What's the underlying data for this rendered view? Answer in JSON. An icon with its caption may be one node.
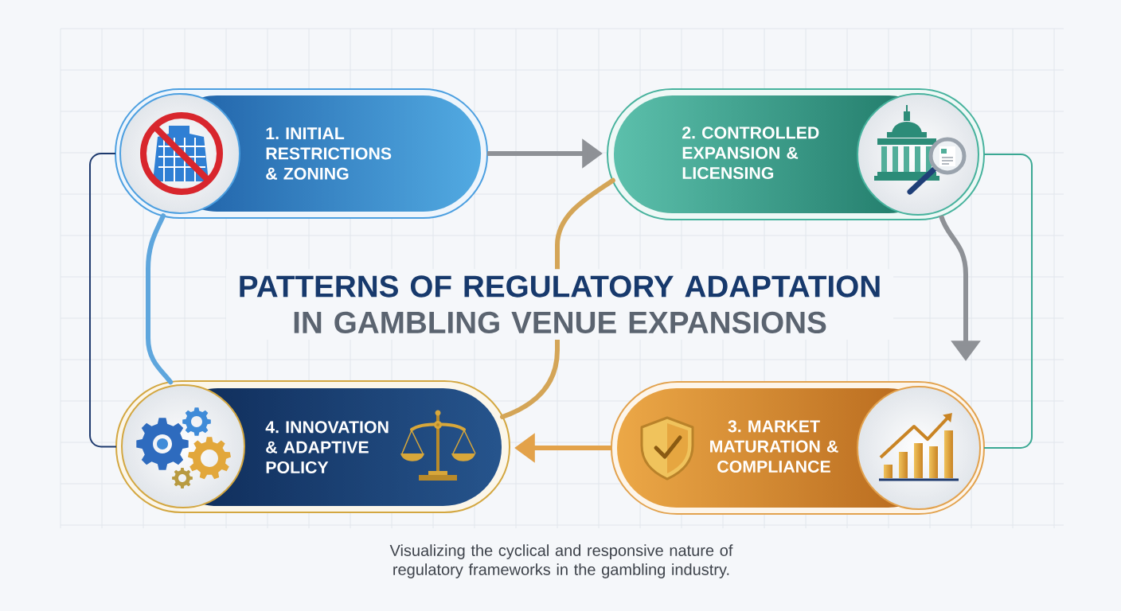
{
  "diagram": {
    "title": "PATTERNS OF REGULATORY ADAPTATION IN GAMBLING VENUE EXPANSIONS",
    "caption": "Visualizing the cyclical and responsive nature of regulatory frameworks in the gambling industry.",
    "nodes": [
      {
        "text": [
          "1. INITIAL RESTRICTIONS & ZONING"
        ]
      },
      {
        "text": [
          "2. CONTROLLED EXPANSION & LICENSING"
        ]
      },
      {
        "text": [
          "3. MARKET MATURATION & COMPLIANCE"
        ]
      },
      {
        "text": [
          "4. INNOVATION & ADAPTIVE POLICY"
        ]
      }
    ],
    "edges": [
      {
        "from": 0,
        "to": 1,
        "arrow": "to"
      },
      {
        "from": 1,
        "to": 2,
        "arrow": "to"
      },
      {
        "from": 2,
        "to": 3,
        "arrow": "to",
        "color": "#e3a24a"
      },
      {
        "from": 1,
        "to": 3,
        "arrow": "none",
        "color": "#d4a557"
      },
      {
        "from": 0,
        "to": 3,
        "arrow": "none",
        "color": "#5ea6dd"
      },
      {
        "from": 0,
        "to": 3,
        "arrow": "none",
        "color": "#1e3a6e"
      },
      {
        "from": 1,
        "to": 2,
        "arrow": "none",
        "color": "#3aa893"
      }
    ]
  }
}
